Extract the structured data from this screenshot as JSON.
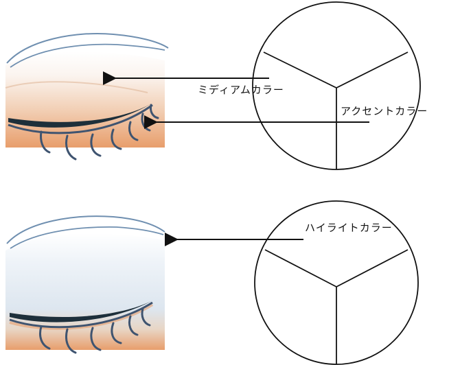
{
  "labels": {
    "medium": "ミディアムカラー",
    "accent": "アクセントカラー",
    "highlight": "ハイライトカラー"
  },
  "colors": {
    "line": "#111111",
    "lash": "#3f5470",
    "brow_line": "#6f8fb0",
    "liner": "#1e2f3a",
    "shadow_orange": "#e89e6c",
    "shadow_pale": "#d8e3ef"
  }
}
